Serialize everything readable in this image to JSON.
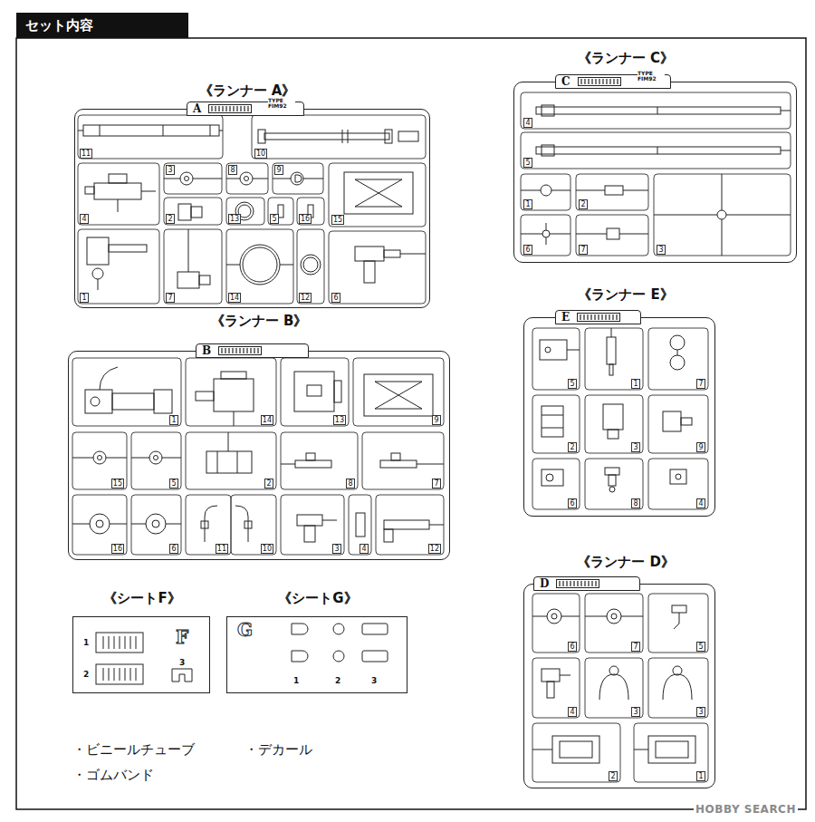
{
  "diagram": {
    "title": "セット内容",
    "nodes": [
      {
        "text": [
          "《ランナー A》",
          "A"
        ]
      },
      {
        "text": [
          "《ランナー C》",
          "C"
        ]
      },
      {
        "text": [
          "《ランナー B》",
          "B"
        ]
      },
      {
        "text": [
          "《ランナー E》",
          "E"
        ]
      },
      {
        "text": [
          "《シートF》"
        ]
      },
      {
        "text": [
          "《シートG》"
        ]
      },
      {
        "text": [
          "《ランナー D》",
          "D"
        ]
      }
    ],
    "labels": [
      "TYPE FIM92",
      "11",
      "10",
      "4",
      "3",
      "8",
      "9",
      "15",
      "2",
      "13",
      "5",
      "16",
      "1",
      "7",
      "14",
      "12",
      "6",
      "TYPE FIM92",
      "4",
      "5",
      "1",
      "2",
      "6",
      "7",
      "3",
      "5",
      "1",
      "7",
      "2",
      "3",
      "9",
      "6",
      "8",
      "4",
      "1",
      "14",
      "13",
      "9",
      "15",
      "5",
      "2",
      "8",
      "7",
      "16",
      "6",
      "11",
      "10",
      "3",
      "4",
      "12",
      "6",
      "7",
      "5",
      "4",
      "3",
      "3",
      "2",
      "1",
      "1",
      "F",
      "3",
      "2",
      "G",
      "1",
      "2",
      "3",
      "・ビニールチューブ",
      "・デカール",
      "・ゴムバンド",
      "HOBBY SEARCH"
    ]
  }
}
